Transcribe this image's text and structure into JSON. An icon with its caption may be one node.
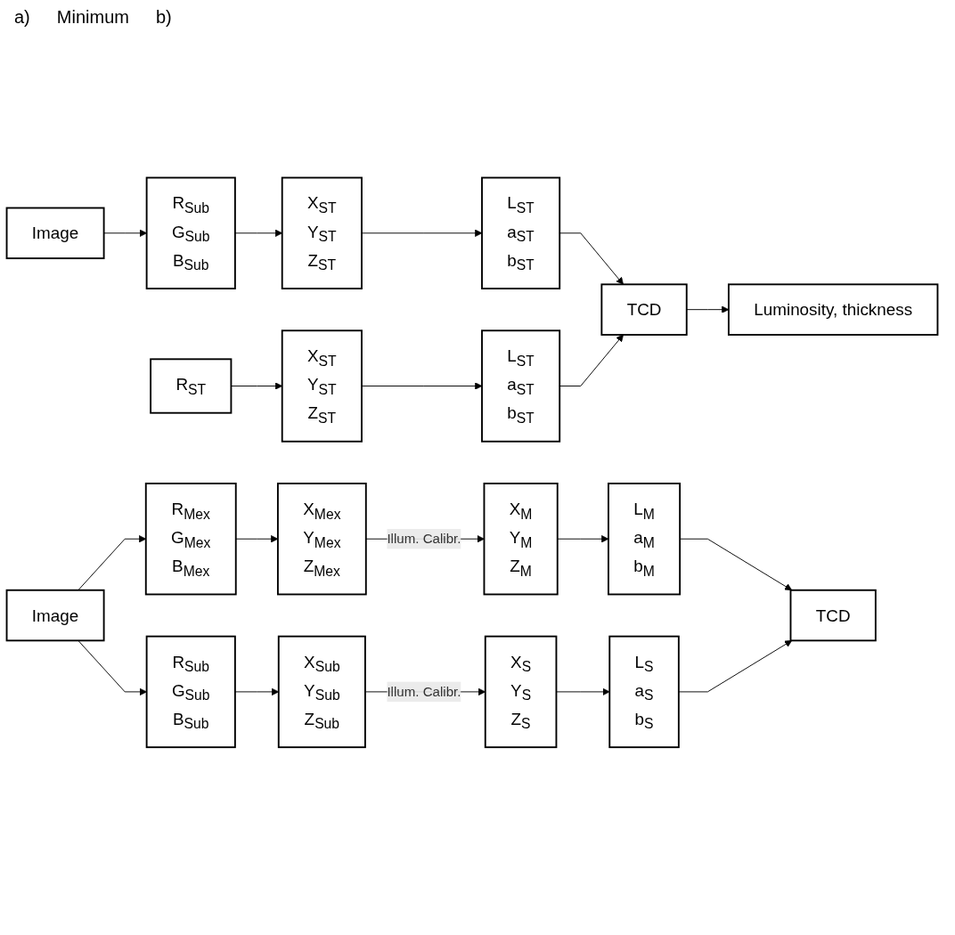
{
  "diagram": {
    "nodes": [
      {
        "text": [
          "Image"
        ]
      },
      {
        "text": [
          "R$_{Sub}$",
          "G$_{Sub}$",
          "B$_{Sub}$"
        ]
      },
      {
        "text": [
          "X$_{ST}$",
          "Y$_{ST}$",
          "Z$_{ST}$"
        ]
      },
      {
        "text": [
          "L$_{ST}$",
          "a$_{ST}$",
          "b$_{ST}$"
        ]
      },
      {
        "text": [
          "TCD"
        ]
      },
      {
        "text": [
          "Luminosity, thickness"
        ]
      },
      {
        "text": [
          "R$_{ST}$"
        ]
      },
      {
        "text": [
          "X$_{ST}$",
          "Y$_{ST}$",
          "Z$_{ST}$"
        ]
      },
      {
        "text": [
          "L$_{ST}$",
          "a$_{ST}$",
          "b$_{ST}$"
        ]
      },
      {
        "text": [
          "Image"
        ]
      },
      {
        "text": [
          "R$_{Mex}$",
          "G$_{Mex}$",
          "B$_{Mex}$"
        ]
      },
      {
        "text": [
          "X$_{Mex}$",
          "Y$_{Mex}$",
          "Z$_{Mex}$"
        ]
      },
      {
        "text": [
          "X$_{M}$",
          "Y$_{M}$",
          "Z$_{M}$"
        ]
      },
      {
        "text": [
          "L$_{M}$",
          "a$_{M}$",
          "b$_{M}$"
        ]
      },
      {
        "text": [
          "R$_{Sub}$",
          "G$_{Sub}$",
          "B$_{Sub}$"
        ]
      },
      {
        "text": [
          "X$_{Sub}$",
          "Y$_{Sub}$",
          "Z$_{Sub}$"
        ]
      },
      {
        "text": [
          "X$_{S}$",
          "Y$_{S}$",
          "Z$_{S}$"
        ]
      },
      {
        "text": [
          "L$_{S}$",
          "a$_{S}$",
          "b$_{S}$"
        ]
      },
      {
        "text": [
          "TCD"
        ]
      }
    ],
    "edges": [
      {
        "from": 0,
        "to": 1,
        "arrow": "to"
      },
      {
        "from": 1,
        "to": 2,
        "arrow": "to"
      },
      {
        "from": 2,
        "to": 3,
        "arrow": "to"
      },
      {
        "from": 3,
        "to": 4,
        "arrow": "to"
      },
      {
        "from": 4,
        "to": 5,
        "arrow": "to"
      },
      {
        "from": 6,
        "to": 7,
        "arrow": "to"
      },
      {
        "from": 7,
        "to": 8,
        "arrow": "to"
      },
      {
        "from": 8,
        "to": 4,
        "arrow": "to"
      },
      {
        "from": 9,
        "to": 10,
        "arrow": "to"
      },
      {
        "from": 10,
        "to": 11,
        "arrow": "to"
      },
      {
        "from": 11,
        "to": 12,
        "arrow": "to",
        "label": "Illum. Calibr."
      },
      {
        "from": 12,
        "to": 13,
        "arrow": "to"
      },
      {
        "from": 13,
        "to": 18,
        "arrow": "to"
      },
      {
        "from": 9,
        "to": 14,
        "arrow": "to"
      },
      {
        "from": 14,
        "to": 15,
        "arrow": "to"
      },
      {
        "from": 15,
        "to": 16,
        "arrow": "to",
        "label": "Illum. Calibr."
      },
      {
        "from": 16,
        "to": 17,
        "arrow": "to"
      },
      {
        "from": 17,
        "to": 18,
        "arrow": "to"
      }
    ],
    "labels": [
      "a)",
      "Minimum",
      "b)"
    ]
  }
}
